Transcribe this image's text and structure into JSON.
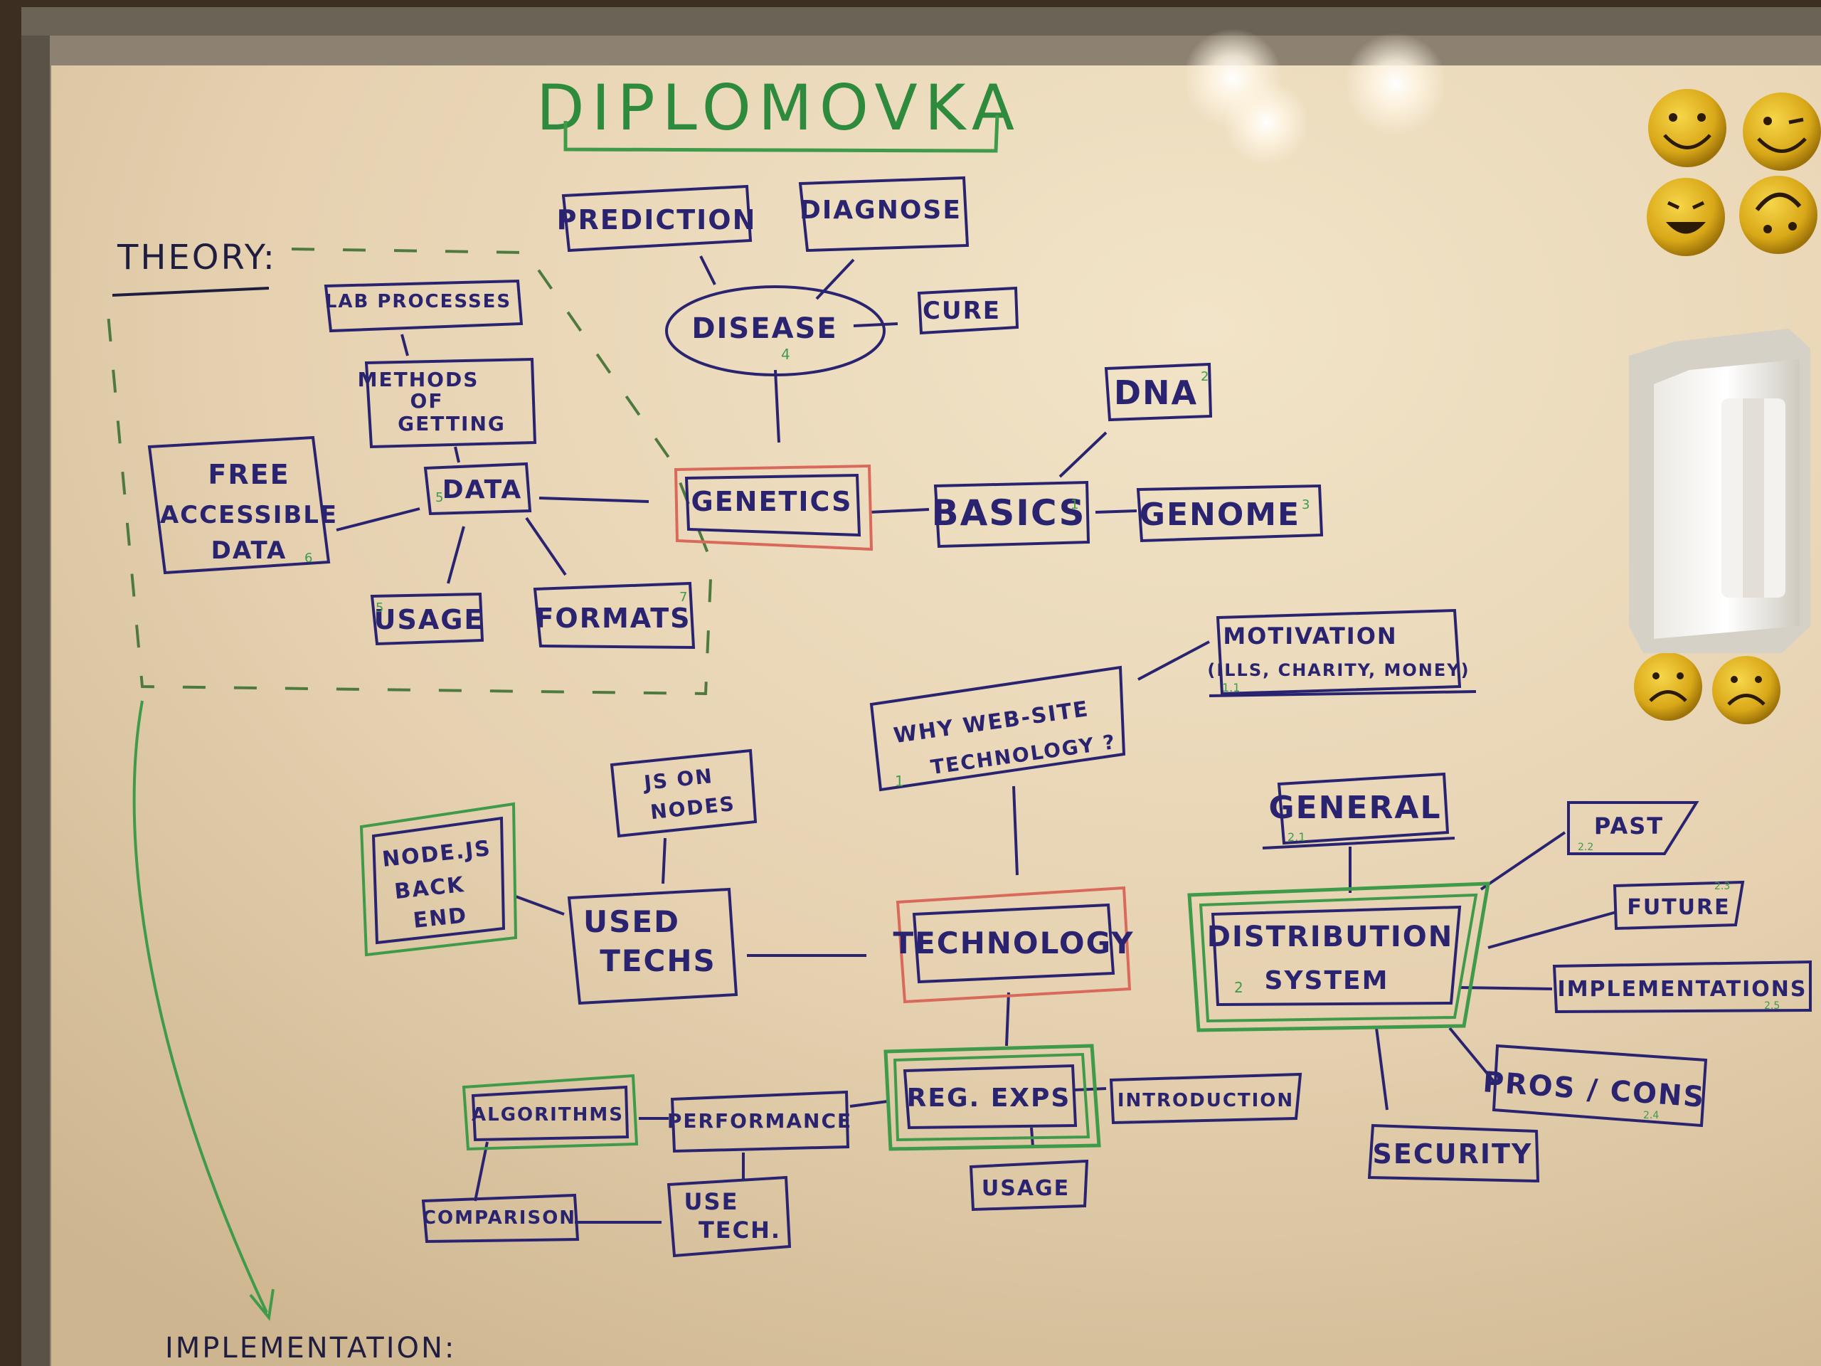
{
  "board": {
    "title": "DIPLOMOVKA",
    "theory_label": "THEORY:",
    "implementation_label": "IMPLEMENTATION:"
  },
  "nodes": {
    "prediction": "PREDICTION",
    "diagnose": "DIAGNOSE",
    "disease": "DISEASE",
    "cure": "CURE",
    "lab_processes": "LAB PROCESSES",
    "methods_1": "METHODS",
    "methods_2": "OF",
    "methods_3": "GETTING",
    "data": "DATA",
    "free_1": "FREE",
    "free_2": "ACCESSIBLE",
    "free_3": "DATA",
    "usage_data": "USAGE",
    "formats": "FORMATS",
    "genetics": "GENETICS",
    "basics": "BASICS",
    "dna": "DNA",
    "genome": "GENOME",
    "motivation_1": "MOTIVATION",
    "motivation_2": "(ILLS, CHARITY, MONEY)",
    "why_1": "WHY WEB-SITE",
    "why_2": "TECHNOLOGY ?",
    "js_1": "JS ON",
    "js_2": "NODES",
    "nodejs_1": "NODE.JS",
    "nodejs_2": "BACK",
    "nodejs_3": "END",
    "used_1": "USED",
    "used_2": "TECHS",
    "technology": "TECHNOLOGY",
    "general": "GENERAL",
    "dist_1": "DISTRIBUTION",
    "dist_2": "SYSTEM",
    "past": "PAST",
    "future": "FUTURE",
    "implementations": "IMPLEMENTATIONS",
    "pros_cons": "PROS / CONS",
    "security": "SECURITY",
    "algorithms": "ALGORITHMS",
    "performance": "PERFORMANCE",
    "reg_exps": "REG. EXPS",
    "introduction": "INTRODUCTION",
    "usage_reg": "USAGE",
    "comparison": "COMPARISON",
    "use_1": "USE",
    "use_2": "TECH."
  },
  "numbers": {
    "disease": "4",
    "data": "5",
    "free": "6",
    "usage": "5",
    "formats": "7",
    "basics": "1",
    "dna": "2",
    "genome": "3",
    "motivation": "1.1",
    "why": "1",
    "general": "2.1",
    "dist": "2",
    "past": "2.2",
    "future": "2.3",
    "implementations": "2.5",
    "pros_cons": "2.4"
  },
  "colors": {
    "marker_blue": "#2a2470",
    "marker_green": "#3f9a4a",
    "marker_red": "#d9695a",
    "board": "#e9d8bb",
    "frame": "#9a8d78"
  }
}
